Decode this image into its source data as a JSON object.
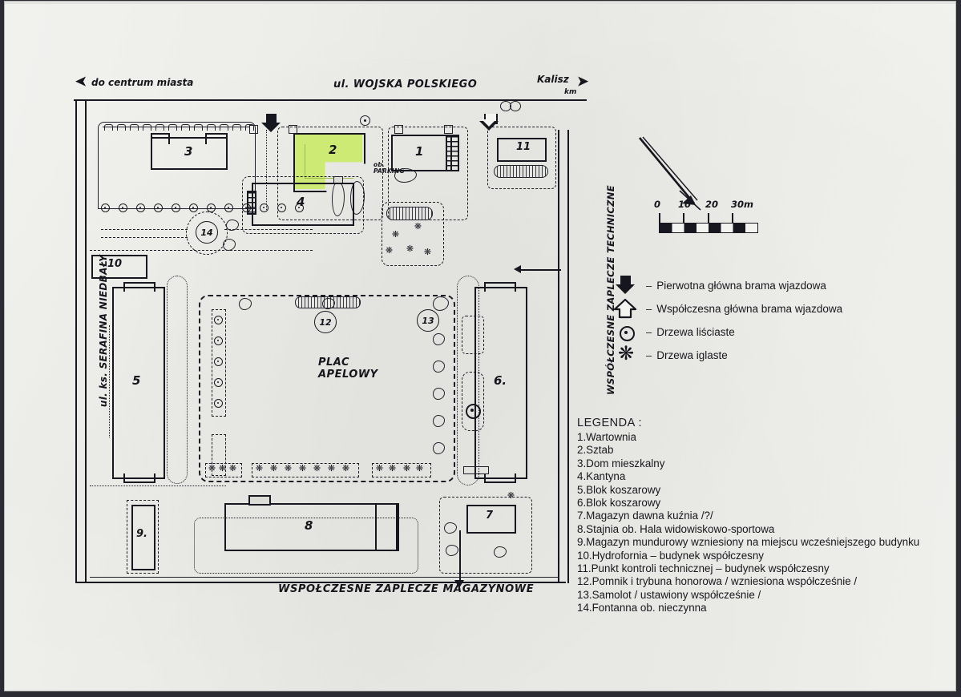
{
  "document": {
    "type": "historic-site-plan",
    "title_absent": true
  },
  "map": {
    "streets": {
      "top_label": "ul. WOJSKA  POLSKIEGO",
      "left_arrow_label": "do centrum miasta",
      "left_arrow_glyph": "➤",
      "right_label": "Kalisz",
      "right_sub_label": "km",
      "right_arrow_glyph": "➤",
      "left_vertical_label": "ul. ks. SERAFINA  NIEDBAŁY",
      "right_vertical_label": "WSPÓŁCZESNE  ZAPLECZE  TECHNICZNE",
      "bottom_label": "WSPÓŁCZESNE  ZAPLECZE  MAGAZYNOWE"
    },
    "plaza_label": "PLAC\nAPELOWY",
    "plaza_label_line1": "PLAC",
    "plaza_label_line2": "APELOWY",
    "parking_label_line1": "ob.",
    "parking_label_line2": "PARKING",
    "buildings": [
      {
        "id": "1",
        "number": "1"
      },
      {
        "id": "2",
        "number": "2",
        "highlight": "#cdea74"
      },
      {
        "id": "3",
        "number": "3"
      },
      {
        "id": "4",
        "number": "4"
      },
      {
        "id": "5",
        "number": "5"
      },
      {
        "id": "6",
        "number": "6."
      },
      {
        "id": "7",
        "number": "7"
      },
      {
        "id": "8",
        "number": "8"
      },
      {
        "id": "9",
        "number": "9."
      },
      {
        "id": "10",
        "number": "10"
      },
      {
        "id": "11",
        "number": "11"
      },
      {
        "id": "12",
        "number": "12"
      },
      {
        "id": "13",
        "number": "13"
      },
      {
        "id": "14",
        "number": "14"
      }
    ]
  },
  "scale": {
    "ticks": [
      "0",
      "10",
      "20",
      "30m"
    ],
    "unit": "m"
  },
  "symbols": {
    "items": [
      {
        "icon": "filled-arrow-down-icon",
        "dash": "–",
        "label": "Pierwotna główna brama wjazdowa"
      },
      {
        "icon": "outline-arrow-up-icon",
        "dash": "–",
        "label": "Współczesna główna brama wjazdowa"
      },
      {
        "icon": "deciduous-tree-icon",
        "dash": "–",
        "label": "Drzewa liściaste"
      },
      {
        "icon": "coniferous-tree-icon",
        "dash": "–",
        "label": "Drzewa iglaste"
      }
    ]
  },
  "legend": {
    "title": "LEGENDA :",
    "items": [
      "1.Wartownia",
      "2.Sztab",
      "3.Dom mieszkalny",
      "4.Kantyna",
      "5.Blok koszarowy",
      "6.Blok koszarowy",
      "7.Magazyn dawna kuźnia /?/",
      "8.Stajnia ob. Hala widowiskowo-sportowa",
      "9.Magazyn mundurowy  wzniesiony na miejscu wcześniejszego budynku",
      "10.Hydrofornia – budynek współczesny",
      "11.Punkt kontroli technicznej – budynek współczesny",
      "12.Pomnik i trybuna honorowa /  wzniesiona współcześnie /",
      "13.Samolot / ustawiony współcześnie /",
      "14.Fontanna ob. nieczynna"
    ]
  },
  "colors": {
    "paper": "#f2f2ef",
    "ink": "#17171f",
    "highlight_green": "#cdea74",
    "scan_border": "#2b2b33"
  }
}
